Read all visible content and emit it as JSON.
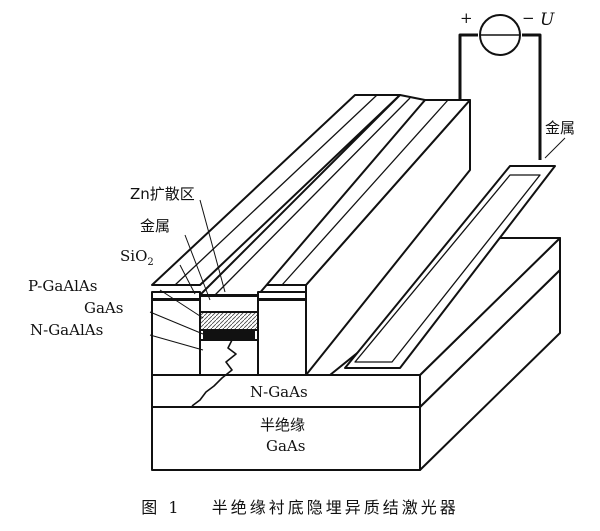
{
  "labels": {
    "plus": "+",
    "minus": "−",
    "voltage": "U",
    "metal_right": "金属",
    "zn_diffusion": "Zn扩散区",
    "metal_left": "金属",
    "sio2": "SiO",
    "sio2_sub": "2",
    "p_gaalas": "P-GaAlAs",
    "gaas": "GaAs",
    "n_gaalas": "N-GaAlAs",
    "n_gaas": "N-GaAs",
    "substrate_line1": "半绝缘",
    "substrate_line2": "GaAs"
  },
  "caption": {
    "figure_no": "图 1",
    "title": "半绝缘衬底隐埋异质结激光器"
  },
  "colors": {
    "ink": "#111111",
    "paper": "#ffffff",
    "hatch": "#444444",
    "active": "#111111"
  }
}
